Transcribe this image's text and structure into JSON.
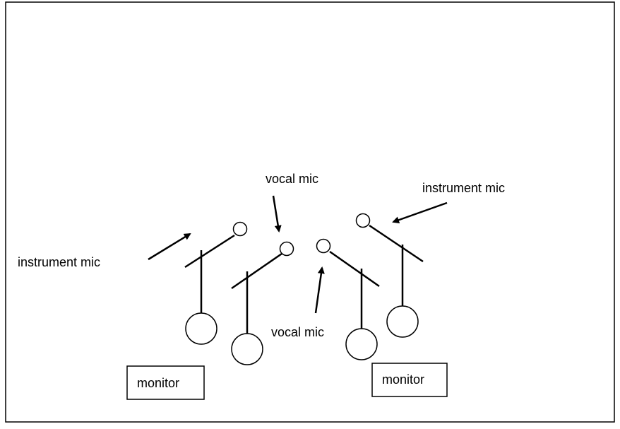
{
  "labels": {
    "instrument_mic_left": "instrument mic",
    "vocal_mic_top": "vocal mic",
    "instrument_mic_right": "instrument mic",
    "vocal_mic_bottom": "vocal mic",
    "monitor_left": "monitor",
    "monitor_right": "monitor"
  },
  "colors": {
    "ink": "#000000",
    "background": "#ffffff"
  }
}
